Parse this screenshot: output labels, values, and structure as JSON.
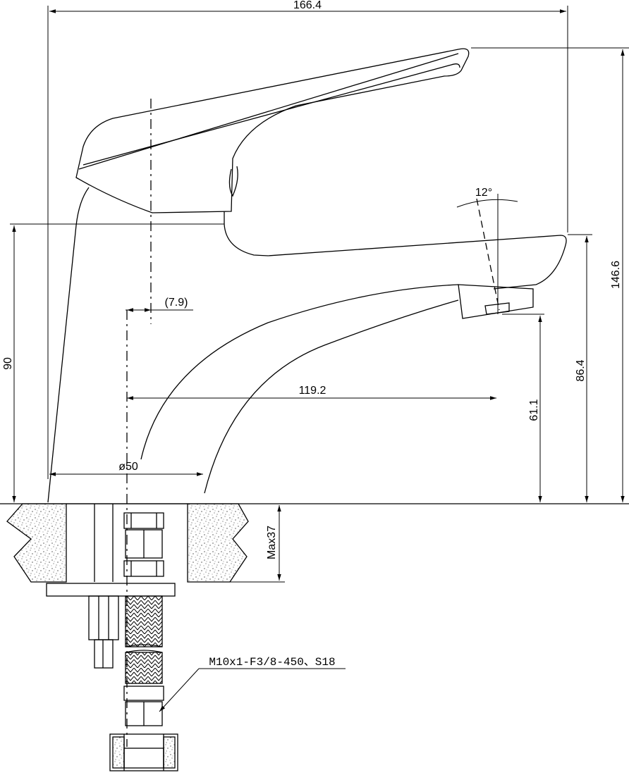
{
  "dimensions": {
    "overall_width": "166.4",
    "overall_height": "146.6",
    "base_height": "90",
    "spout_height": "86.4",
    "outlet_height": "61.1",
    "spout_reach": "119.2",
    "offset": "(7.9)",
    "base_diameter": "ø50",
    "spout_angle": "12°",
    "max_thickness": "Max37"
  },
  "hose_spec": "M10x1-F3/8-450、S18"
}
